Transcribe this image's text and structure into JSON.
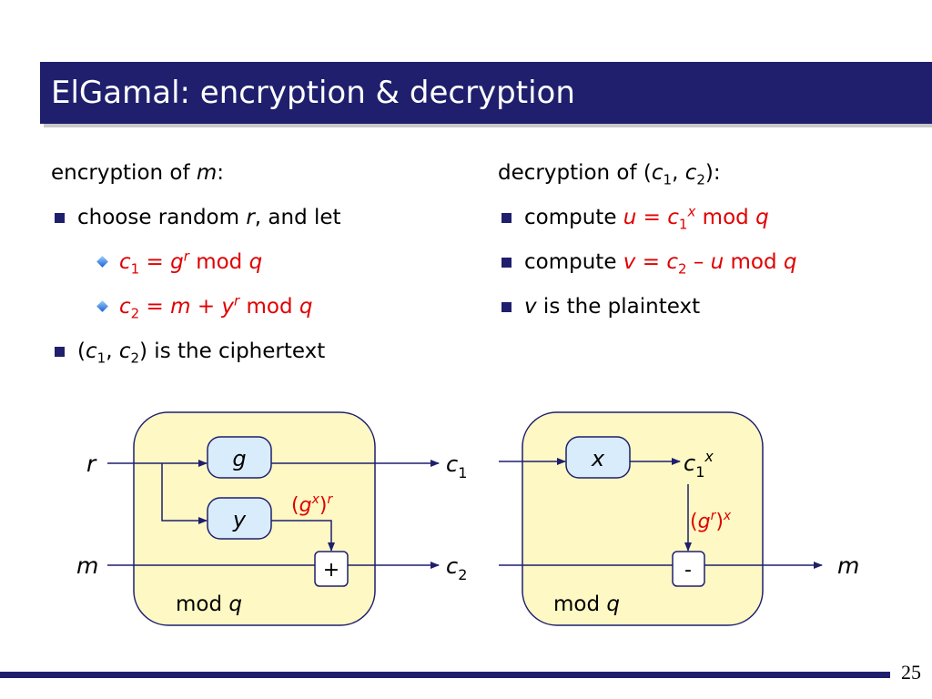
{
  "title": "ElGamal: encryption & decryption",
  "encryption": {
    "header": "encryption of ",
    "header_var": "m",
    "header_end": ":",
    "line1_a": "choose random ",
    "line1_var": "r",
    "line1_b": ", and let",
    "c1_eq": "c",
    "c1_sub": "1",
    "c1_rest_a": " = ",
    "c1_g": "g",
    "c1_sup": "r",
    "c1_mod": " mod ",
    "c1_q": "q",
    "c2_eq": "c",
    "c2_sub": "2",
    "c2_rest_a": " = ",
    "c2_m": "m",
    "c2_plus": " + ",
    "c2_y": "y",
    "c2_sup": "r",
    "c2_mod": " mod ",
    "c2_q": "q",
    "cipher_open": "(",
    "cipher_c1": "c",
    "cipher_s1": "1",
    "cipher_comma": ", ",
    "cipher_c2": "c",
    "cipher_s2": "2",
    "cipher_end": ") is the ciphertext"
  },
  "decryption": {
    "header": "decryption of (",
    "h_c1": "c",
    "h_s1": "1",
    "h_comma": ", ",
    "h_c2": "c",
    "h_s2": "2",
    "h_end": "):",
    "compute": "compute ",
    "u_line_u": "u",
    "u_line_eq": " = ",
    "u_line_c": "c",
    "u_line_sub": "1",
    "u_line_sup": "x",
    "u_line_mod": " mod ",
    "u_line_q": "q",
    "v_line_v": "v",
    "v_line_eq": " = ",
    "v_line_c": "c",
    "v_line_sub": "2",
    "v_line_minus": " – ",
    "v_line_u": "u",
    "v_line_mod": " mod ",
    "v_line_q": "q",
    "plain_v": "v",
    "plain_rest": " is the plaintext"
  },
  "enc_diagram": {
    "input_r": "r",
    "input_m": "m",
    "box_g": "g",
    "box_y": "y",
    "plus": "+",
    "gx_open": "(",
    "gx_g": "g",
    "gx_sup": "x",
    "gx_close": ")",
    "gx_sup2": "r",
    "out_c1": "c",
    "out_c1_sub": "1",
    "out_c2": "c",
    "out_c2_sub": "2",
    "mod": "mod ",
    "mod_q": "q"
  },
  "dec_diagram": {
    "box_x": "x",
    "c1": "c",
    "c1_sub": "1",
    "c1_sup": "x",
    "gr_open": "(",
    "gr_g": "g",
    "gr_sup": "r",
    "gr_close": ")",
    "gr_sup2": "x",
    "minus": "-",
    "out_m": "m",
    "mod": "mod ",
    "mod_q": "q"
  },
  "page_number": "25",
  "colors": {
    "title_bg": "#1f1f6e",
    "accent_red": "#e00000",
    "panel_fill": "#fdf8c4",
    "box_fill": "#d9ecfb"
  }
}
